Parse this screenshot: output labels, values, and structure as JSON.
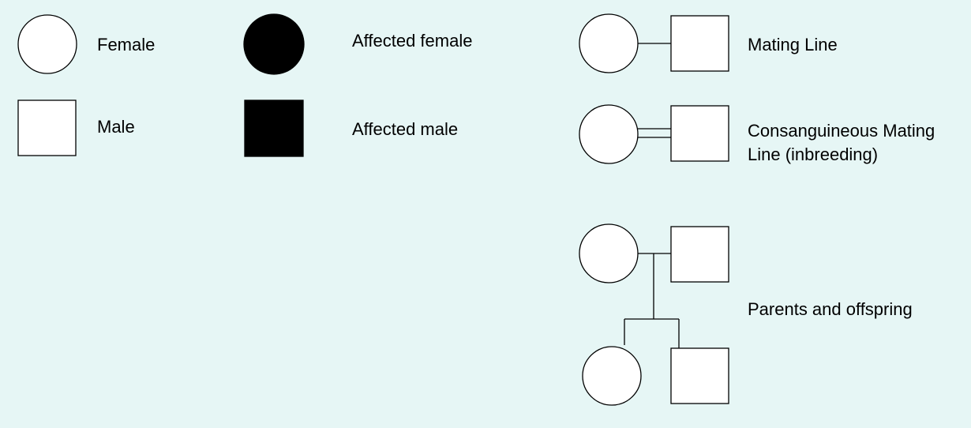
{
  "legend": {
    "female": "Female",
    "male": "Male",
    "affected_female": "Affected female",
    "affected_male": "Affected male",
    "mating_line": "Mating Line",
    "consanguineous_line1": "Consanguineous Mating",
    "consanguineous_line2": "Line (inbreeding)",
    "parents_offspring": "Parents and offspring"
  },
  "colors": {
    "background": "#e6f6f5",
    "stroke": "#000000",
    "affected_fill": "#000000",
    "unaffected_fill": "#ffffff"
  }
}
